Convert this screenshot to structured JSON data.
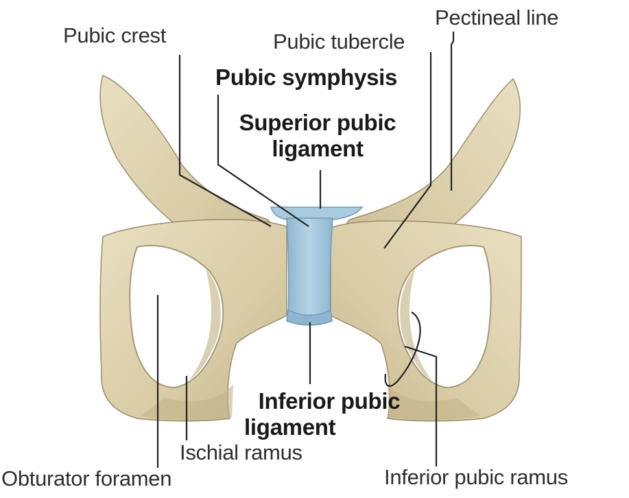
{
  "labels": {
    "pubic_crest": "Pubic crest",
    "pubic_tubercle": "Pubic tubercle",
    "pectineal_line": "Pectineal line",
    "pubic_symphysis": "Pubic symphysis",
    "superior_pubic_ligament_line1": "Superior pubic",
    "superior_pubic_ligament_line2": "ligament",
    "inferior_pubic_ligament_line1": "Inferior pubic",
    "inferior_pubic_ligament_line2": "ligament",
    "ischial_ramus": "Ischial ramus",
    "obturator_foramen": "Obturator foramen",
    "inferior_pubic_ramus": "Inferior pubic ramus"
  },
  "colors": {
    "bone": "#ddd1ad",
    "bone_shadow": "#b9aa82",
    "bone_outline": "#8f8263",
    "ligament": "#9fc3da",
    "ligament_dark": "#7aa6c4",
    "leader": "#222222",
    "background": "#ffffff"
  }
}
